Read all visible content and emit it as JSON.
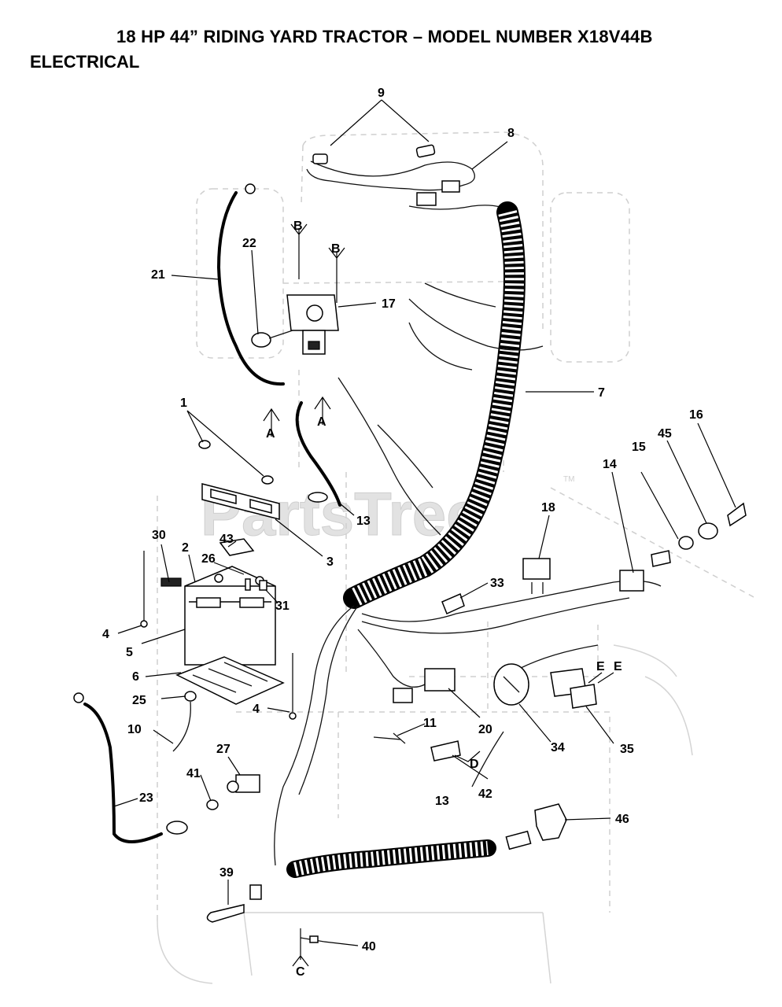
{
  "header": {
    "title": "18 HP 44” RIDING YARD TRACTOR – MODEL NUMBER X18V44B",
    "subtitle": "ELECTRICAL"
  },
  "watermark": {
    "text": "PartsTree",
    "trademark": "TM"
  },
  "part_labels": {
    "p1": "1",
    "p2": "2",
    "p3": "3",
    "p4a": "4",
    "p4b": "4",
    "p5": "5",
    "p6": "6",
    "p7": "7",
    "p8": "8",
    "p9": "9",
    "p10": "10",
    "p11": "11",
    "p13": "13",
    "p14": "14",
    "p15": "15",
    "p16": "16",
    "p17": "17",
    "p18": "18",
    "p20": "20",
    "p21": "21",
    "p22": "22",
    "p23": "23",
    "p25": "25",
    "p26": "26",
    "p27": "27",
    "p30": "30",
    "p31": "31",
    "p33": "33",
    "p34": "34",
    "p35": "35",
    "p39": "39",
    "p40": "40",
    "p41": "41",
    "p42": "42",
    "p43": "43",
    "p45": "45",
    "p46": "46",
    "stray": "13"
  },
  "connection_labels": {
    "a1": "A",
    "a2": "A",
    "b1": "B",
    "b2": "B",
    "c": "C",
    "d": "D",
    "e1": "E",
    "e2": "E"
  }
}
